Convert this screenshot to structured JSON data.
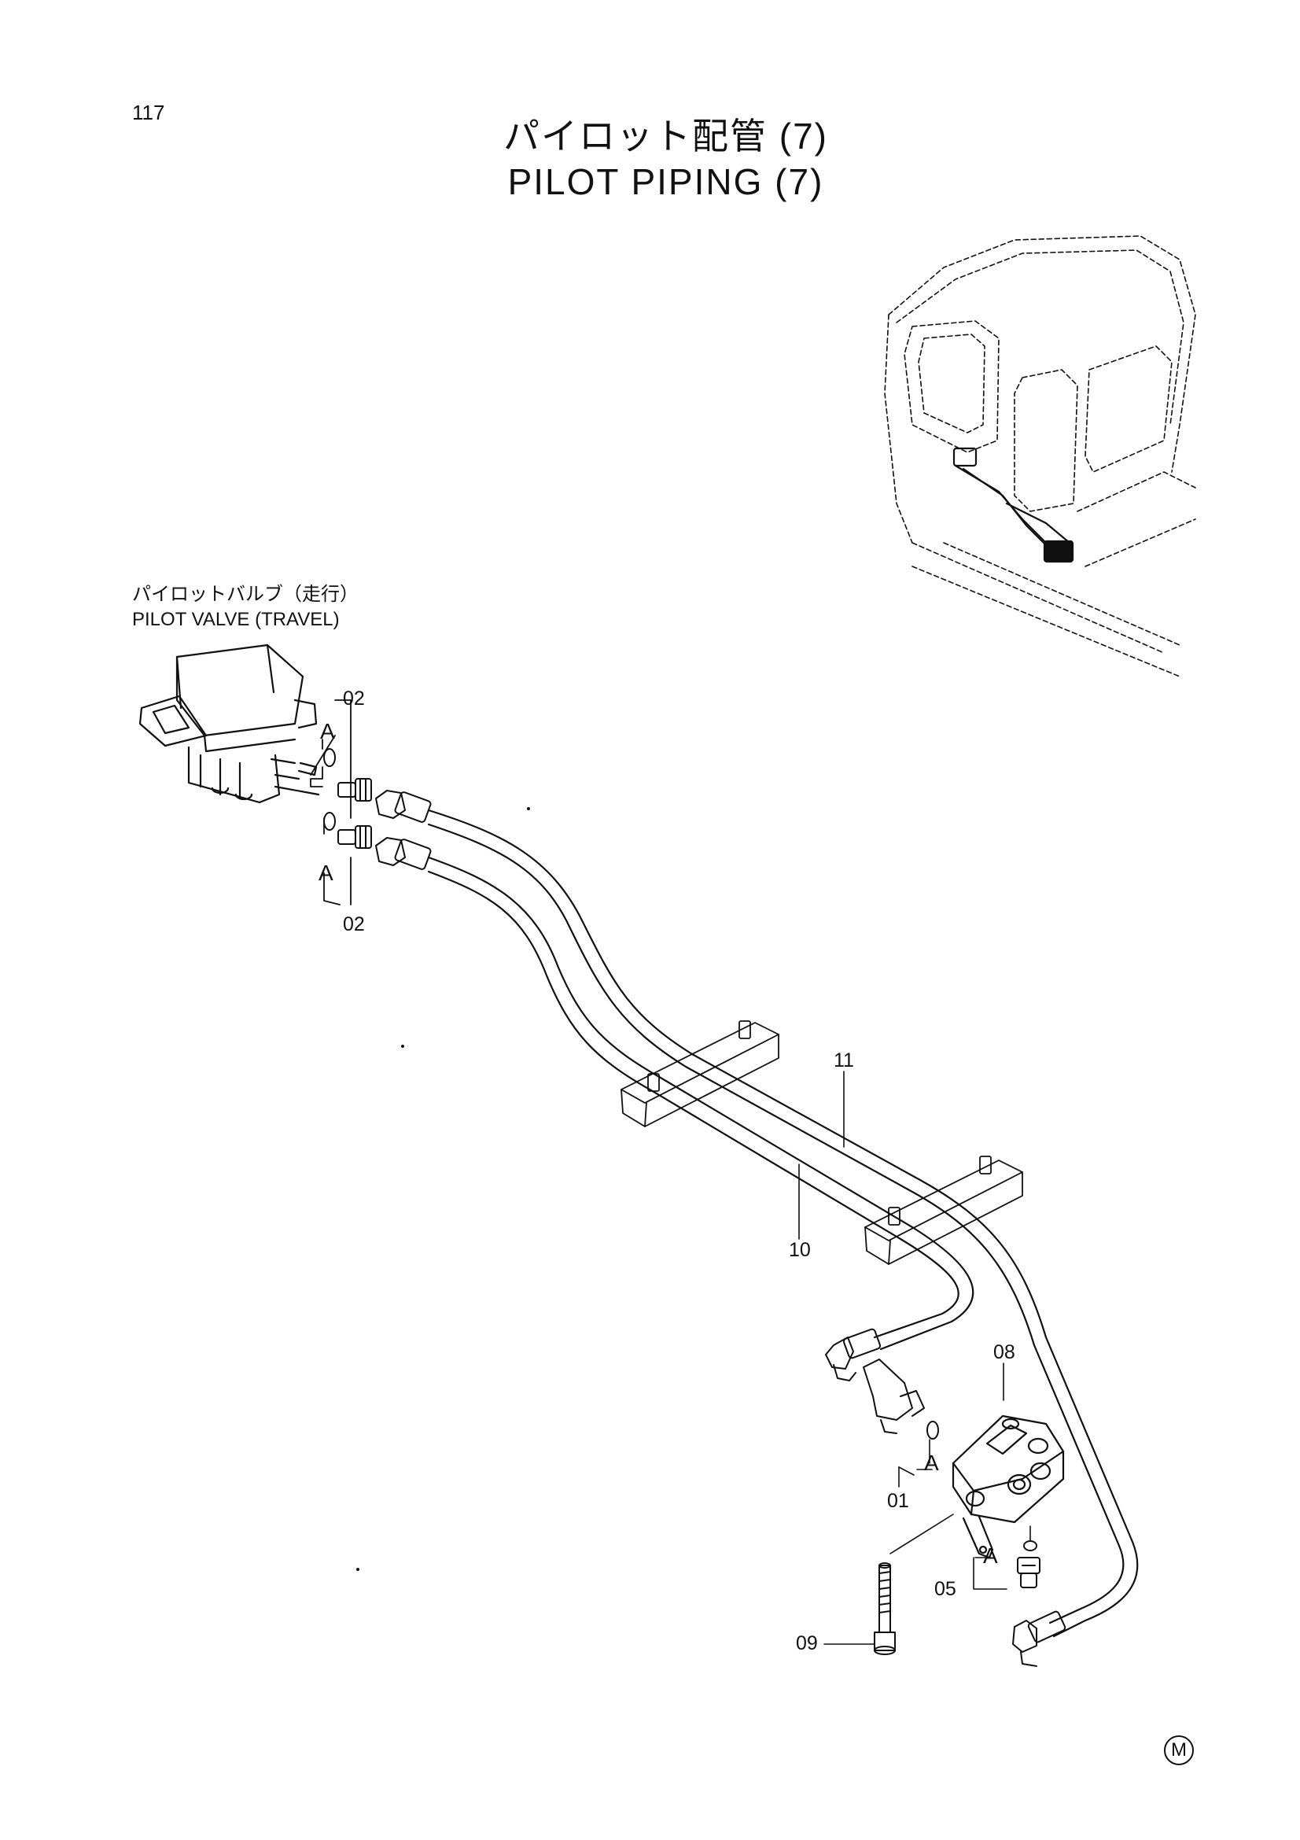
{
  "page": {
    "number": "117",
    "title_jp": "パイロット配管 (7)",
    "title_en": "PILOT PIPING (7)"
  },
  "component_label": {
    "jp": "パイロットバルブ（走行）",
    "en": "PILOT VALVE (TRAVEL)"
  },
  "callouts": {
    "upper_fitting": "02",
    "lower_fitting": "02",
    "upper_oring_ref": "A",
    "lower_oring_ref": "A",
    "hose_11": "11",
    "hose_10": "10",
    "block_08": "08",
    "fitting_01": "01",
    "fitting_01_oring_ref": "A",
    "fitting_05": "05",
    "fitting_05_oring_ref": "A",
    "bolt_09": "09"
  },
  "copyright_mark": "M"
}
